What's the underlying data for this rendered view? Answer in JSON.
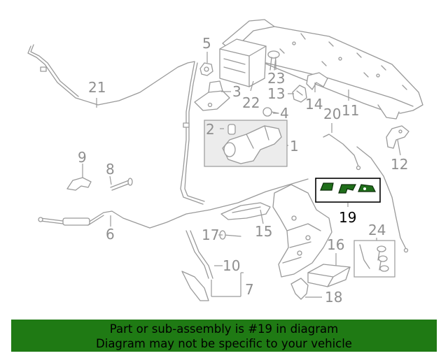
{
  "callouts": {
    "c1": "1",
    "c2": "2",
    "c3": "3",
    "c4": "4",
    "c5": "5",
    "c6": "6",
    "c7": "7",
    "c8": "8",
    "c9": "9",
    "c10": "10",
    "c11": "11",
    "c12": "12",
    "c13": "13",
    "c14": "14",
    "c15": "15",
    "c16": "16",
    "c17": "17",
    "c18": "18",
    "c19": "19",
    "c20": "20",
    "c21": "21",
    "c22": "22",
    "c23": "23",
    "c24": "24"
  },
  "highlighted_part": "19",
  "colors": {
    "banner": "#1f7a14",
    "highlight": "#1f6e1a",
    "line_art": "#9a9a9a"
  },
  "banner": {
    "line1": "Part or sub-assembly is #19 in diagram",
    "line2": "Diagram may not be specific to your vehicle"
  }
}
